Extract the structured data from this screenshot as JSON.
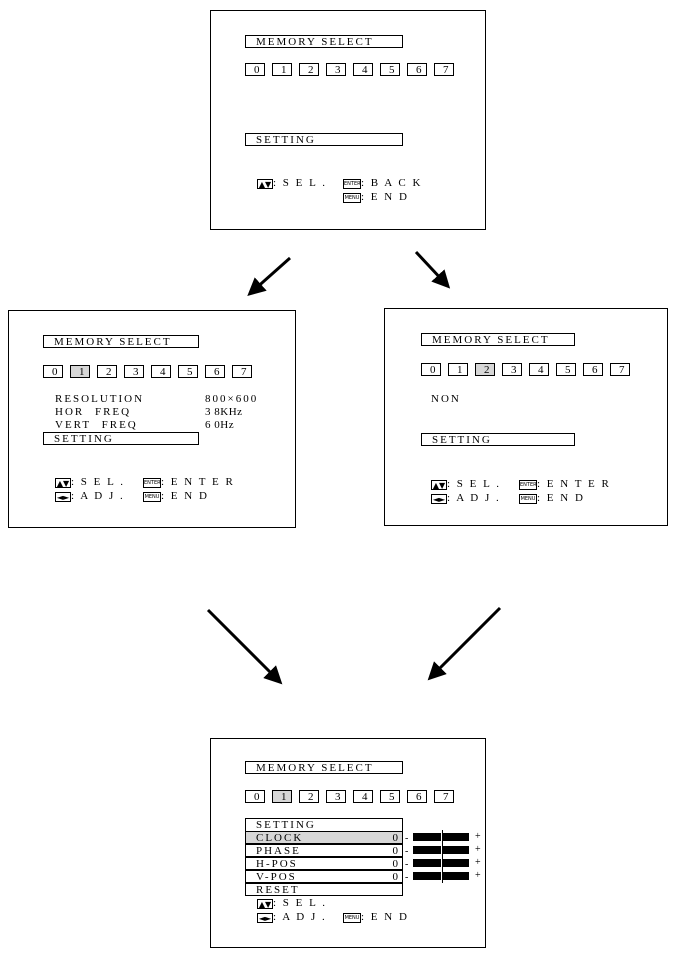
{
  "title": "MEMORY SELECT",
  "setting": "SETTING",
  "slots": [
    "0",
    "1",
    "2",
    "3",
    "4",
    "5",
    "6",
    "7"
  ],
  "keys": {
    "updown": "▲▼",
    "leftright": "◄►",
    "enter": "ENTER",
    "menu": "MENU"
  },
  "labels": {
    "sel": ": S E L .",
    "adj": ": A D J .",
    "back": ": B A C K",
    "enter": ": E N T E R",
    "end": ": E N D"
  },
  "info": {
    "resolution_label": "RESOLUTION",
    "resolution_value": "800×600",
    "hor_label": "HOR FREQ",
    "hor_value": "3 8KHz",
    "vert_label": "VERT FREQ",
    "vert_value": "6 0Hz",
    "non": "NON"
  },
  "adjust": [
    {
      "label": "CLOCK",
      "value": "0"
    },
    {
      "label": "PHASE",
      "value": "0"
    },
    {
      "label": "H-POS",
      "value": "0"
    },
    {
      "label": "V-POS",
      "value": "0"
    }
  ],
  "reset": "RESET",
  "selected": {
    "screen2": 1,
    "screen3": 2,
    "screen4": 1
  }
}
